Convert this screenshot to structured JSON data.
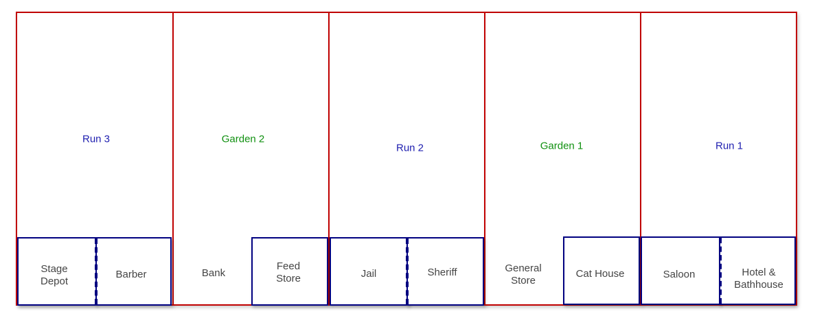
{
  "plots": [
    {
      "label": "Run 3",
      "type": "run"
    },
    {
      "label": "Garden 2",
      "type": "garden"
    },
    {
      "label": "Run 2",
      "type": "run"
    },
    {
      "label": "Garden 1",
      "type": "garden"
    },
    {
      "label": "Run 1",
      "type": "run"
    }
  ],
  "buildings": {
    "stage_depot": "Stage\nDepot",
    "barber": "Barber",
    "bank": "Bank",
    "feed_store": "Feed\nStore",
    "jail": "Jail",
    "sheriff": "Sheriff",
    "general_store": "General\nStore",
    "cat_house": "Cat House",
    "saloon": "Saloon",
    "hotel_bathhouse": "Hotel &\nBathhouse"
  },
  "colors": {
    "plot_border": "#c00000",
    "building_border": "#000080",
    "run_label": "#2020b0",
    "garden_label": "#109010"
  }
}
